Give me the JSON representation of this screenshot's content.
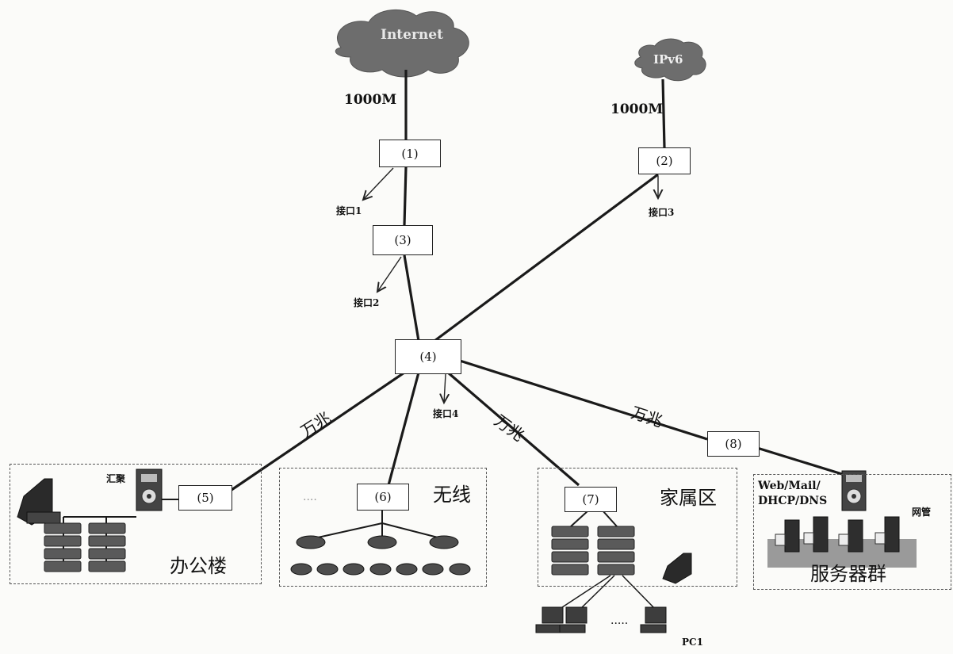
{
  "clouds": {
    "internet": "Internet",
    "ipv6": "IPv6"
  },
  "links": {
    "internet_speed": "1000M",
    "ipv6_speed": "1000M",
    "office_speed": "万兆",
    "family_speed": "万兆",
    "server_speed": "万兆"
  },
  "devices": {
    "d1": "(1)",
    "d2": "(2)",
    "d3": "(3)",
    "d4": "(4)",
    "d5": "(5)",
    "d6": "(6)",
    "d7": "(7)",
    "d8": "(8)"
  },
  "interfaces": {
    "if1": "接口1",
    "if2": "接口2",
    "if3": "接口3",
    "if4": "接口4"
  },
  "zones": {
    "office": "办公楼",
    "office_agg": "汇聚",
    "wireless": "无线",
    "wireless_dots": "....",
    "family": "家属区",
    "server_group": "服务器群",
    "server_services": "Web/Mail/\nDHCP/DNS",
    "server_mgmt": "网管",
    "pc_dots": ".....",
    "pc1": "PC1"
  }
}
